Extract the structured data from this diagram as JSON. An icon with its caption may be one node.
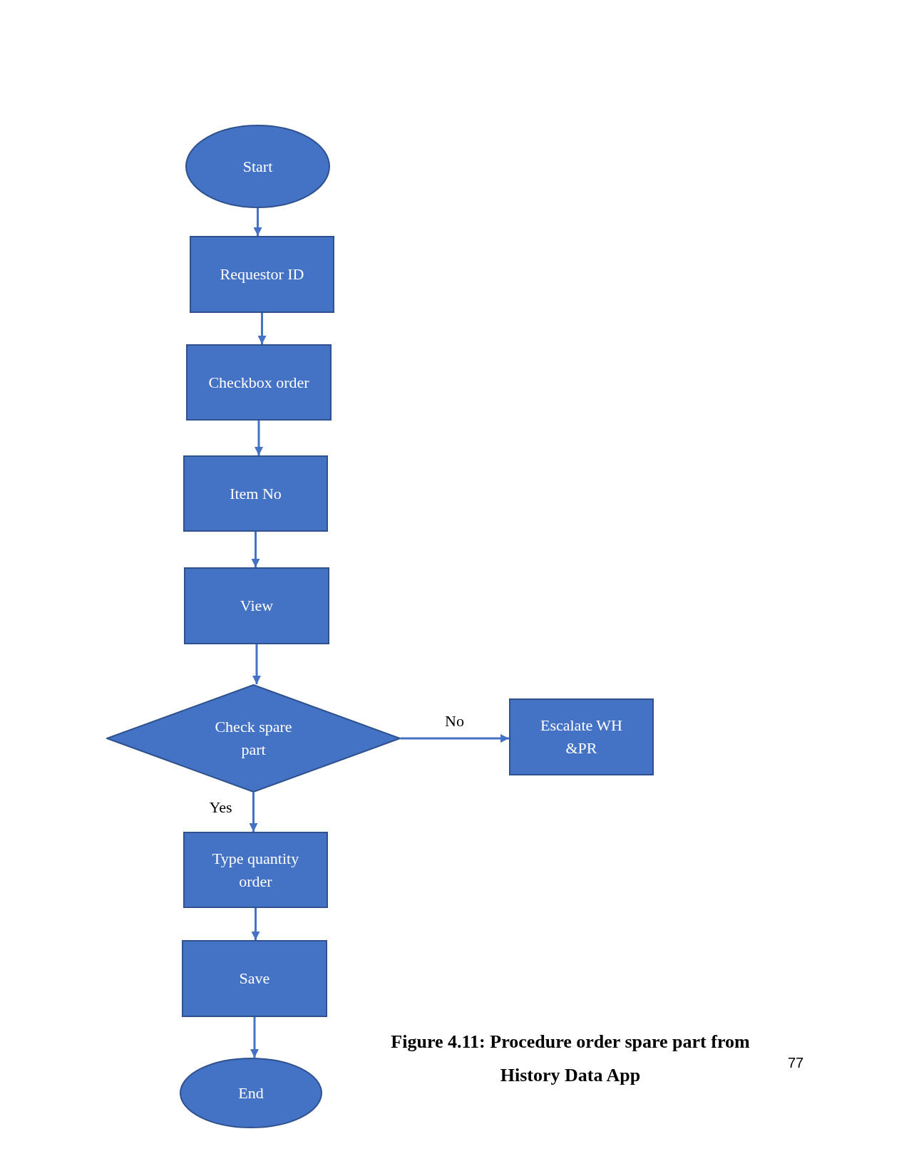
{
  "diagram": {
    "caption": "Figure 4.11: Procedure order spare part from History Data App",
    "nodes": [
      {
        "text": [
          "Start"
        ]
      },
      {
        "text": [
          "Requestor ID"
        ]
      },
      {
        "text": [
          "Checkbox order"
        ]
      },
      {
        "text": [
          "Item No"
        ]
      },
      {
        "text": [
          "View"
        ]
      },
      {
        "text": [
          "Check spare part"
        ]
      },
      {
        "text": [
          "Escalate WH &PR"
        ]
      },
      {
        "text": [
          "Type quantity order"
        ]
      },
      {
        "text": [
          "Save"
        ]
      },
      {
        "text": [
          "End"
        ]
      }
    ],
    "edges": [
      {
        "from": 0,
        "to": 1,
        "arrow": "to"
      },
      {
        "from": 1,
        "to": 2,
        "arrow": "to"
      },
      {
        "from": 2,
        "to": 3,
        "arrow": "to"
      },
      {
        "from": 3,
        "to": 4,
        "arrow": "to"
      },
      {
        "from": 4,
        "to": 5,
        "arrow": "to"
      },
      {
        "from": 5,
        "to": 6,
        "arrow": "to",
        "label": "No"
      },
      {
        "from": 5,
        "to": 7,
        "arrow": "to",
        "label": "Yes"
      },
      {
        "from": 7,
        "to": 8,
        "arrow": "to"
      },
      {
        "from": 8,
        "to": 9,
        "arrow": "to"
      }
    ],
    "labels": [
      "77"
    ]
  }
}
